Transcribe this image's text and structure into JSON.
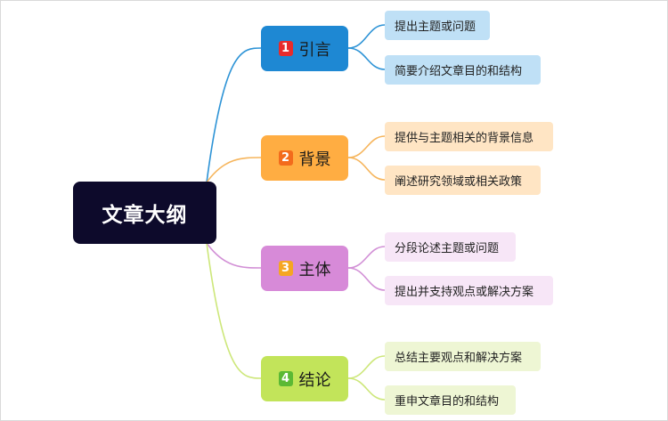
{
  "root": {
    "label": "文章大纲"
  },
  "branches": [
    {
      "badge": "1",
      "label": "引言",
      "color": "#1e88d3",
      "badge_color": "#e82b2b",
      "line_color": "#2d93d6",
      "leaf_bg": "#bfe0f6",
      "leaves": [
        "提出主题或问题",
        "简要介绍文章目的和结构"
      ]
    },
    {
      "badge": "2",
      "label": "背景",
      "color": "#ffad42",
      "badge_color": "#f36b1c",
      "line_color": "#f6b55c",
      "leaf_bg": "#ffe5c4",
      "leaves": [
        "提供与主题相关的背景信息",
        "阐述研究领域或相关政策"
      ]
    },
    {
      "badge": "3",
      "label": "主体",
      "color": "#d78ad8",
      "badge_color": "#f5a623",
      "line_color": "#d290d6",
      "leaf_bg": "#f7e6f7",
      "leaves": [
        "分段论述主题或问题",
        "提出并支持观点或解决方案"
      ]
    },
    {
      "badge": "4",
      "label": "结论",
      "color": "#c2e45a",
      "badge_color": "#5bb934",
      "line_color": "#cde77a",
      "leaf_bg": "#eef6d4",
      "leaves": [
        "总结主要观点和解决方案",
        "重申文章目的和结构"
      ]
    }
  ]
}
